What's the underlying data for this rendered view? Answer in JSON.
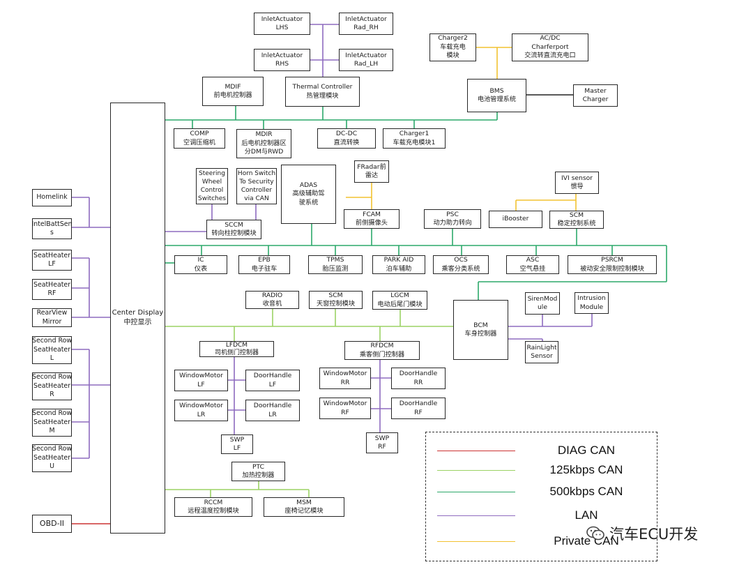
{
  "diagram": {
    "nodes": [
      {
        "id": "inlet-lhs",
        "lines": [
          "InletActuator",
          "LHS"
        ]
      },
      {
        "id": "inlet-rad-rh",
        "lines": [
          "InletActuator",
          "Rad_RH"
        ]
      },
      {
        "id": "inlet-rhs",
        "lines": [
          "InletActuator",
          "RHS"
        ]
      },
      {
        "id": "inlet-rad-lh",
        "lines": [
          "InletActuator",
          "Rad_LH"
        ]
      },
      {
        "id": "charger2",
        "lines": [
          "Charger2",
          "车载充电",
          "模块"
        ]
      },
      {
        "id": "acdc",
        "lines": [
          "AC/DC",
          "Charferport",
          "交流转直流充电口"
        ]
      },
      {
        "id": "mdif",
        "lines": [
          "MDIF",
          "前电机控制器"
        ]
      },
      {
        "id": "thermal",
        "lines": [
          "Thermal Controller",
          "热管理模块"
        ]
      },
      {
        "id": "bms",
        "lines": [
          "BMS",
          "电池管理系统"
        ]
      },
      {
        "id": "master-charger",
        "lines": [
          "Master",
          "Charger"
        ]
      },
      {
        "id": "comp",
        "lines": [
          "COMP",
          "空调压缩机"
        ]
      },
      {
        "id": "mdir",
        "lines": [
          "MDIR",
          "后电机控制器区",
          "分DM与RWD"
        ]
      },
      {
        "id": "dcdc",
        "lines": [
          "DC-DC",
          "直流转换"
        ]
      },
      {
        "id": "charger1",
        "lines": [
          "Charger1",
          "车载充电模块1"
        ]
      },
      {
        "id": "steering-switches",
        "lines": [
          "Steering",
          "Wheel",
          "Control",
          "Switches"
        ]
      },
      {
        "id": "horn-switch",
        "lines": [
          "Horn Switch",
          "To Security",
          "Controller",
          "via CAN"
        ]
      },
      {
        "id": "adas",
        "lines": [
          "ADAS",
          "高级辅助驾",
          "驶系统"
        ]
      },
      {
        "id": "fradar",
        "lines": [
          "FRadar前",
          "雷达"
        ]
      },
      {
        "id": "ivi-sensor",
        "lines": [
          "IVI sensor",
          "惯导"
        ]
      },
      {
        "id": "homelink",
        "lines": [
          "Homelink"
        ]
      },
      {
        "id": "intel-batt",
        "lines": [
          "IntelBattSen",
          "s"
        ]
      },
      {
        "id": "fcam",
        "lines": [
          "FCAM",
          "前侧摄像头"
        ]
      },
      {
        "id": "psc",
        "lines": [
          "PSC",
          "动力助力转向"
        ]
      },
      {
        "id": "ibooster",
        "lines": [
          "iBooster"
        ]
      },
      {
        "id": "scm-stab",
        "lines": [
          "SCM",
          "稳定控制系统"
        ]
      },
      {
        "id": "sccm",
        "lines": [
          "SCCM",
          "转向柱控制模块"
        ]
      },
      {
        "id": "seatheater-lf",
        "lines": [
          "SeatHeater",
          "LF"
        ]
      },
      {
        "id": "ic",
        "lines": [
          "IC",
          "仪表"
        ]
      },
      {
        "id": "epb",
        "lines": [
          "EPB",
          "电子驻车"
        ]
      },
      {
        "id": "tpms",
        "lines": [
          "TPMS",
          "胎压监测"
        ]
      },
      {
        "id": "park-aid",
        "lines": [
          "PARK AID",
          "泊车辅助"
        ]
      },
      {
        "id": "ocs",
        "lines": [
          "OCS",
          "乘客分类系统"
        ]
      },
      {
        "id": "asc",
        "lines": [
          "ASC",
          "空气悬挂"
        ]
      },
      {
        "id": "psrcm",
        "lines": [
          "PSRCM",
          "被动安全限制控制模块"
        ]
      },
      {
        "id": "seatheater-rf",
        "lines": [
          "SeatHeater",
          "RF"
        ]
      },
      {
        "id": "radio",
        "lines": [
          "RADIO",
          "收音机"
        ]
      },
      {
        "id": "scm-sunroof",
        "lines": [
          "SCM",
          "天窗控制模块"
        ]
      },
      {
        "id": "lgcm",
        "lines": [
          "LGCM",
          "电动后尾门模块"
        ]
      },
      {
        "id": "siren",
        "lines": [
          "SirenMod",
          "ule"
        ]
      },
      {
        "id": "intrusion",
        "lines": [
          "Intrusion",
          "Module"
        ]
      },
      {
        "id": "rearview",
        "lines": [
          "RearView",
          "Mirror"
        ]
      },
      {
        "id": "center-display",
        "lines": [
          "Center Display",
          "中控显示"
        ]
      },
      {
        "id": "bcm",
        "lines": [
          "BCM",
          "车身控制器"
        ]
      },
      {
        "id": "second-row-l",
        "lines": [
          "Second Row",
          "SeatHeater",
          "L"
        ]
      },
      {
        "id": "lfdcm",
        "lines": [
          "LFDCM",
          "司机侧门控制器"
        ]
      },
      {
        "id": "rfdcm",
        "lines": [
          "RFDCM",
          "乘客侧门控制器"
        ]
      },
      {
        "id": "rainlight",
        "lines": [
          "RainLight",
          "Sensor"
        ]
      },
      {
        "id": "windowmotor-lf",
        "lines": [
          "WindowMotor",
          "LF"
        ]
      },
      {
        "id": "doorhandle-lf",
        "lines": [
          "DoorHandle",
          "LF"
        ]
      },
      {
        "id": "windowmotor-rr",
        "lines": [
          "WindowMotor",
          "RR"
        ]
      },
      {
        "id": "doorhandle-rr",
        "lines": [
          "DoorHandle",
          "RR"
        ]
      },
      {
        "id": "second-row-r",
        "lines": [
          "Second Row",
          "SeatHeater",
          "R"
        ]
      },
      {
        "id": "windowmotor-lr",
        "lines": [
          "WindowMotor",
          "LR"
        ]
      },
      {
        "id": "doorhandle-lr",
        "lines": [
          "DoorHandle",
          "LR"
        ]
      },
      {
        "id": "windowmotor-rf",
        "lines": [
          "WindowMotor",
          "RF"
        ]
      },
      {
        "id": "doorhandle-rf",
        "lines": [
          "DoorHandle",
          "RF"
        ]
      },
      {
        "id": "second-row-m",
        "lines": [
          "Second Row",
          "SeatHeater",
          "M"
        ]
      },
      {
        "id": "swp-lf",
        "lines": [
          "SWP",
          "LF"
        ]
      },
      {
        "id": "swp-rf",
        "lines": [
          "SWP",
          "RF"
        ]
      },
      {
        "id": "second-row-u",
        "lines": [
          "Second Row",
          "SeatHeater",
          "U"
        ]
      },
      {
        "id": "ptc",
        "lines": [
          "PTC",
          "加热控制器"
        ]
      },
      {
        "id": "rccm",
        "lines": [
          "RCCM",
          "远程温度控制模块"
        ]
      },
      {
        "id": "msm",
        "lines": [
          "MSM",
          "座椅记忆模块"
        ]
      },
      {
        "id": "obd",
        "lines": [
          "OBD-II"
        ]
      }
    ],
    "bus_colors": {
      "diag": "#cc3333",
      "can125": "#9bd264",
      "can500": "#2ca86a",
      "lan": "#8e6bbf",
      "private": "#f2c230"
    }
  },
  "legend": [
    {
      "key": "diag",
      "label": "DIAG CAN",
      "color": "#cc3333"
    },
    {
      "key": "can125",
      "label": "125kbps CAN",
      "color": "#9bd264"
    },
    {
      "key": "can500",
      "label": "500kbps CAN",
      "color": "#2ca86a"
    },
    {
      "key": "lan",
      "label": "LAN",
      "color": "#8e6bbf"
    },
    {
      "key": "private",
      "label": "Private CAN",
      "color": "#f2c230"
    }
  ],
  "watermark": {
    "text": "汽车ECU开发"
  }
}
